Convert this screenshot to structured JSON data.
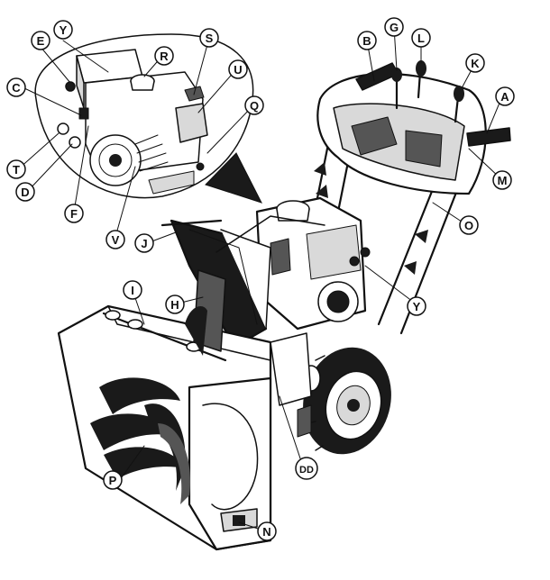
{
  "callouts": {
    "A": "A",
    "B": "B",
    "C": "C",
    "D": "D",
    "E": "E",
    "F": "F",
    "G": "G",
    "H": "H",
    "I": "I",
    "J": "J",
    "K": "K",
    "L": "L",
    "M": "M",
    "N": "N",
    "O": "O",
    "P": "P",
    "Q": "Q",
    "R": "R",
    "S": "S",
    "T": "T",
    "U": "U",
    "V": "V",
    "Y1": "Y",
    "Y2": "Y",
    "DD": "DD"
  }
}
